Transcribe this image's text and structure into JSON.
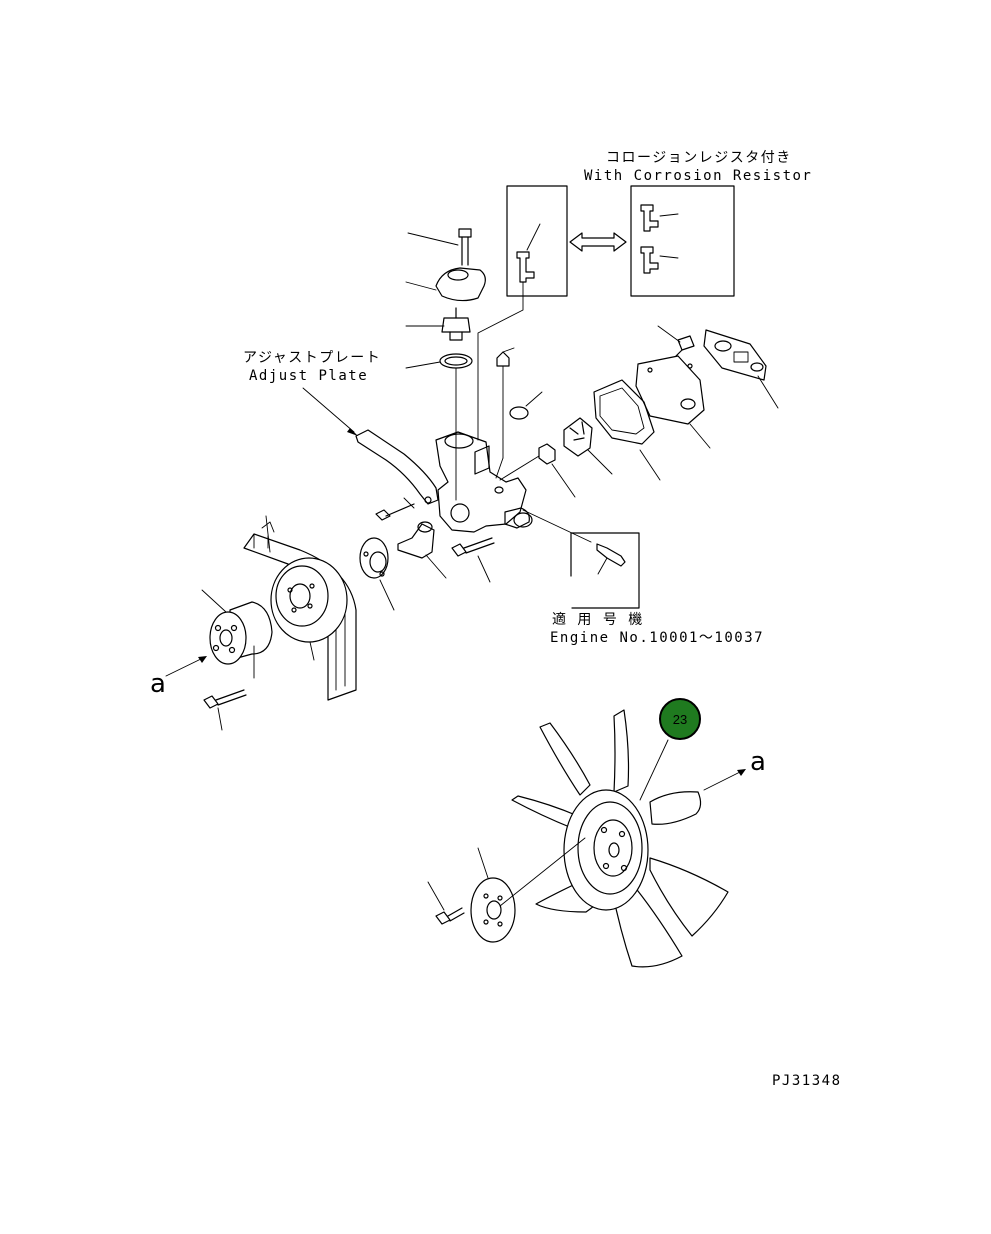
{
  "labels": {
    "corrosion_jp": "コロージョンレジスタ付き",
    "corrosion_en": "With Corrosion Resistor",
    "adjust_jp": "アジャストプレート",
    "adjust_en": "Adjust Plate",
    "applicable_jp": "適 用 号 機",
    "engine_no": "Engine No.10001～10037",
    "view_a_left": "a",
    "view_a_right": "a",
    "drawing_id": "PJ31348"
  },
  "badge": {
    "number": "23",
    "color": "#1f7a1f"
  }
}
